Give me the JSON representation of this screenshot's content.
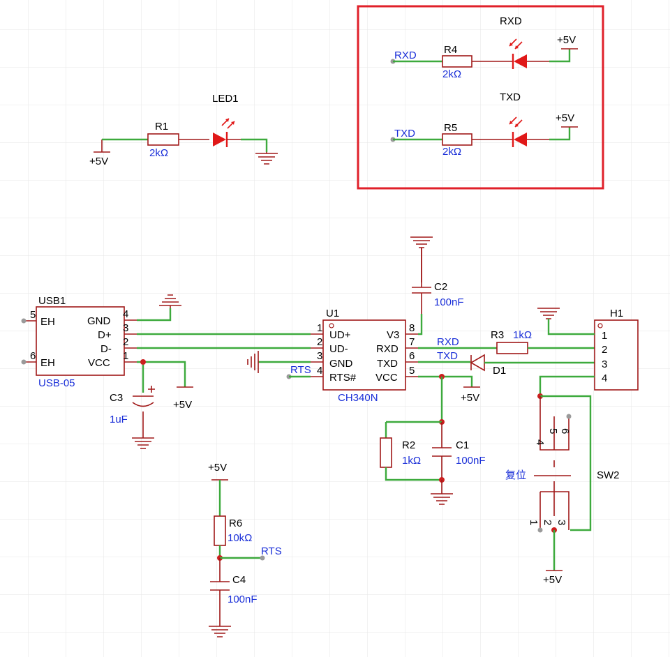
{
  "colors": {
    "wire": "#3daa3d",
    "component": "#a01818",
    "led": "#e01818",
    "net_label": "#1a2fd8",
    "highlight": "#e0202a",
    "grid": "#e6e6e6"
  },
  "led1": {
    "ref": "LED1",
    "r_ref": "R1",
    "r_val": "2kΩ",
    "power": "+5V"
  },
  "box": {
    "rxd": {
      "net": "RXD",
      "r_ref": "R4",
      "r_val": "2kΩ",
      "led": "RXD",
      "power": "+5V"
    },
    "txd": {
      "net": "TXD",
      "r_ref": "R5",
      "r_val": "2kΩ",
      "led": "TXD",
      "power": "+5V"
    }
  },
  "usb": {
    "ref": "USB1",
    "model": "USB-05",
    "left_pins": [
      {
        "num": "5",
        "name": "EH"
      },
      {
        "num": "6",
        "name": "EH"
      }
    ],
    "right_pins": [
      {
        "num": "4",
        "name": "GND"
      },
      {
        "num": "3",
        "name": "D+"
      },
      {
        "num": "2",
        "name": "D-"
      },
      {
        "num": "1",
        "name": "VCC"
      }
    ]
  },
  "c3": {
    "ref": "C3",
    "val": "1uF"
  },
  "usb_power": "+5V",
  "u1": {
    "ref": "U1",
    "model": "CH340N",
    "left_pins": [
      {
        "num": "1",
        "name": "UD+"
      },
      {
        "num": "2",
        "name": "UD-"
      },
      {
        "num": "3",
        "name": "GND"
      },
      {
        "num": "4",
        "name": "RTS#"
      }
    ],
    "right_pins": [
      {
        "num": "8",
        "name": "V3"
      },
      {
        "num": "7",
        "name": "RXD"
      },
      {
        "num": "6",
        "name": "TXD"
      },
      {
        "num": "5",
        "name": "VCC"
      }
    ]
  },
  "rts_net": "RTS",
  "c2": {
    "ref": "C2",
    "val": "100nF"
  },
  "nets": {
    "rxd": "RXD",
    "txd": "TXD"
  },
  "r3": {
    "ref": "R3",
    "val": "1kΩ"
  },
  "d1": {
    "ref": "D1"
  },
  "d1_power": "+5V",
  "h1": {
    "ref": "H1",
    "pins": [
      "1",
      "2",
      "3",
      "4"
    ]
  },
  "r2": {
    "ref": "R2",
    "val": "1kΩ"
  },
  "c1": {
    "ref": "C1",
    "val": "100nF"
  },
  "sw2": {
    "ref": "SW2",
    "label": "复位",
    "pins_top": [
      "4",
      "5",
      "6"
    ],
    "pins_bottom": [
      "1",
      "2",
      "3"
    ],
    "power": "+5V"
  },
  "r6": {
    "ref": "R6",
    "val": "10kΩ",
    "power": "+5V"
  },
  "c4": {
    "ref": "C4",
    "val": "100nF"
  },
  "rts_net2": "RTS"
}
